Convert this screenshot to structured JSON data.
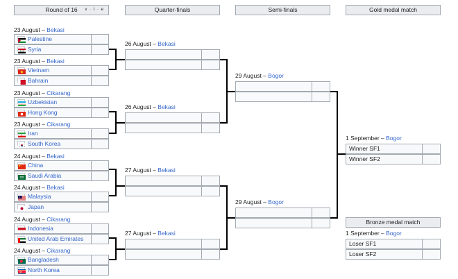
{
  "headers": {
    "round16": "Round of 16",
    "vte": "v · t · e",
    "quarter": "Quarter-finals",
    "semi": "Semi-finals",
    "gold": "Gold medal match",
    "bronze": "Bronze medal match"
  },
  "r16": [
    {
      "date": "23 August –",
      "venue": "Bekasi",
      "teams": [
        {
          "name": "Palestine",
          "flag": "palestine-flag-icon"
        },
        {
          "name": "Syria",
          "flag": "syria-flag-icon"
        }
      ]
    },
    {
      "date": "23 August –",
      "venue": "Bekasi",
      "teams": [
        {
          "name": "Vietnam",
          "flag": "vietnam-flag-icon"
        },
        {
          "name": "Bahrain",
          "flag": "bahrain-flag-icon"
        }
      ]
    },
    {
      "date": "23 August –",
      "venue": "Cikarang",
      "teams": [
        {
          "name": "Uzbekistan",
          "flag": "uzbekistan-flag-icon"
        },
        {
          "name": "Hong Kong",
          "flag": "hong-kong-flag-icon"
        }
      ]
    },
    {
      "date": "23 August –",
      "venue": "Cikarang",
      "teams": [
        {
          "name": "Iran",
          "flag": "iran-flag-icon"
        },
        {
          "name": "South Korea",
          "flag": "south-korea-flag-icon"
        }
      ]
    },
    {
      "date": "24 August –",
      "venue": "Bekasi",
      "teams": [
        {
          "name": "China",
          "flag": "china-flag-icon"
        },
        {
          "name": "Saudi Arabia",
          "flag": "saudi-arabia-flag-icon"
        }
      ]
    },
    {
      "date": "24 August –",
      "venue": "Bekasi",
      "teams": [
        {
          "name": "Malaysia",
          "flag": "malaysia-flag-icon"
        },
        {
          "name": "Japan",
          "flag": "japan-flag-icon"
        }
      ]
    },
    {
      "date": "24 August –",
      "venue": "Cikarang",
      "teams": [
        {
          "name": "Indonesia",
          "flag": "indonesia-flag-icon"
        },
        {
          "name": "United Arab Emirates",
          "flag": "uae-flag-icon"
        }
      ]
    },
    {
      "date": "24 August –",
      "venue": "Cikarang",
      "teams": [
        {
          "name": "Bangladesh",
          "flag": "bangladesh-flag-icon"
        },
        {
          "name": "North Korea",
          "flag": "north-korea-flag-icon"
        }
      ]
    }
  ],
  "qf": [
    {
      "date": "26 August –",
      "venue": "Bekasi"
    },
    {
      "date": "26 August –",
      "venue": "Bekasi"
    },
    {
      "date": "27 August –",
      "venue": "Bekasi"
    },
    {
      "date": "27 August –",
      "venue": "Bekasi"
    }
  ],
  "sf": [
    {
      "date": "29 August –",
      "venue": "Bogor"
    },
    {
      "date": "29 August –",
      "venue": "Bogor"
    }
  ],
  "gold": {
    "date": "1 September –",
    "venue": "Bogor",
    "teams": [
      "Winner SF1",
      "Winner SF2"
    ]
  },
  "bronze": {
    "date": "1 September –",
    "venue": "Bogor",
    "teams": [
      "Loser SF1",
      "Loser SF2"
    ]
  }
}
